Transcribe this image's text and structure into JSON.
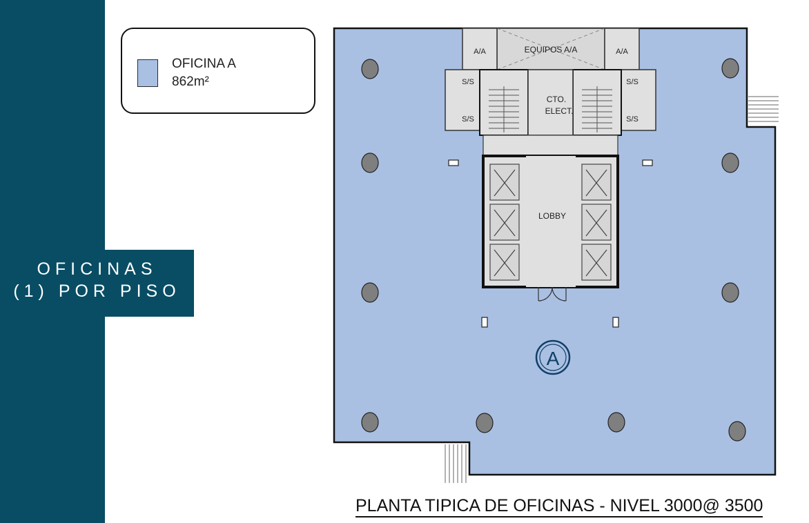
{
  "sidebar": {
    "line1": "OFICINAS",
    "line2": "(1) POR PISO"
  },
  "legend": {
    "title": "OFICINA A",
    "area": "862m²",
    "swatch_color": "#a9c0e3"
  },
  "plan": {
    "caption": "PLANTA TIPICA DE OFICINAS - NIVEL 3000@ 3500",
    "labels": {
      "equipos": "EQUIPOS A/A",
      "aa_left": "A/A",
      "aa_right": "A/A",
      "ss": "S/S",
      "cto": "CTO.",
      "elect": "ELECT.",
      "lobby": "LOBBY",
      "zone": "A"
    }
  },
  "colors": {
    "brand": "#084d64",
    "floor": "#a9c0e3",
    "core": "#e0e0e0",
    "column": "#7f7f7f"
  }
}
